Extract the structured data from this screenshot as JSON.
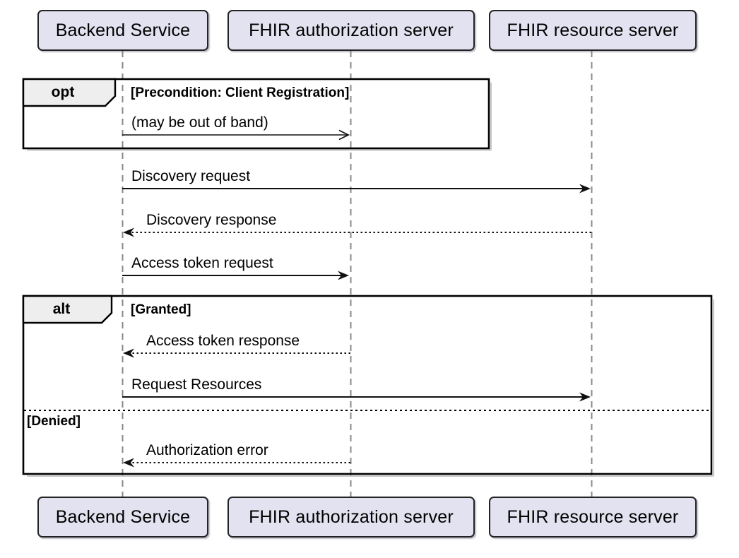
{
  "diagram": {
    "type": "uml-sequence-diagram",
    "participants": [
      {
        "name": "Backend Service"
      },
      {
        "name": "FHIR authorization server"
      },
      {
        "name": "FHIR resource server"
      }
    ],
    "fragments": [
      {
        "operator": "opt",
        "guard": "[Precondition: Client Registration]"
      },
      {
        "operator": "alt",
        "guards": [
          "[Granted]",
          "[Denied]"
        ]
      }
    ],
    "messages": [
      {
        "label": "(may be out of band)",
        "from": "Backend Service",
        "to": "FHIR authorization server",
        "line": "solid",
        "head": "open"
      },
      {
        "label": "Discovery request",
        "from": "Backend Service",
        "to": "FHIR resource server",
        "line": "solid",
        "head": "filled"
      },
      {
        "label": "Discovery response",
        "from": "FHIR resource server",
        "to": "Backend Service",
        "line": "dotted",
        "head": "filled"
      },
      {
        "label": "Access token request",
        "from": "Backend Service",
        "to": "FHIR authorization server",
        "line": "solid",
        "head": "filled"
      },
      {
        "label": "Access token response",
        "from": "FHIR authorization server",
        "to": "Backend Service",
        "line": "dotted",
        "head": "filled"
      },
      {
        "label": "Request Resources",
        "from": "Backend Service",
        "to": "FHIR resource server",
        "line": "solid",
        "head": "filled"
      },
      {
        "label": "Authorization error",
        "from": "FHIR authorization server",
        "to": "Backend Service",
        "line": "dotted",
        "head": "filled"
      }
    ],
    "colors": {
      "participant_fill": "#E2E2F0",
      "participant_border": "#232323",
      "fragment_label_fill": "#EEEEEE",
      "fragment_border": "#000000",
      "lifeline": "#888888",
      "message_line": "#111111",
      "text": "#000000",
      "background": "#FFFFFF"
    }
  }
}
